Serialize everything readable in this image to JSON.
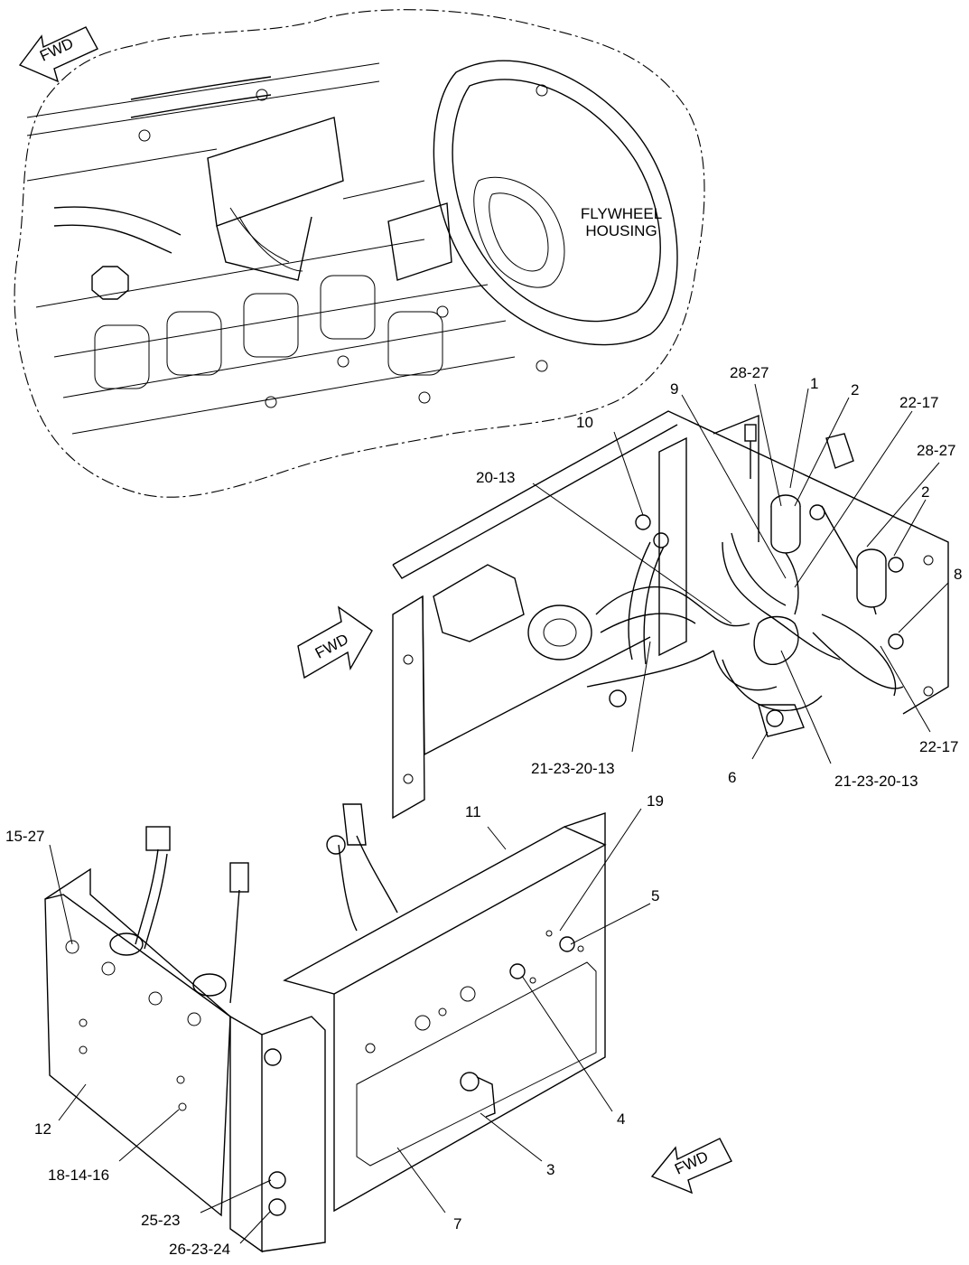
{
  "arrows": {
    "fwd_top": "FWD",
    "fwd_mid": "FWD",
    "fwd_bottom": "FWD"
  },
  "housing_label": {
    "line1": "FLYWHEEL",
    "line2": "HOUSING"
  },
  "callouts": {
    "c28_27_top": "28-27",
    "c1": "1",
    "c2_top": "2",
    "c22_17_top": "22-17",
    "c9": "9",
    "c10": "10",
    "c20_13": "20-13",
    "c28_27_right": "28-27",
    "c2_right": "2",
    "c8": "8",
    "c22_17_bottom": "22-17",
    "c21_23_20_13_left": "21-23-20-13",
    "c6": "6",
    "c21_23_20_13_right": "21-23-20-13",
    "c11": "11",
    "c19": "19",
    "c5": "5",
    "c15_27": "15-27",
    "c4": "4",
    "c12": "12",
    "c3": "3",
    "c18_14_16": "18-14-16",
    "c7": "7",
    "c25_23": "25-23",
    "c26_23_24": "26-23-24"
  }
}
